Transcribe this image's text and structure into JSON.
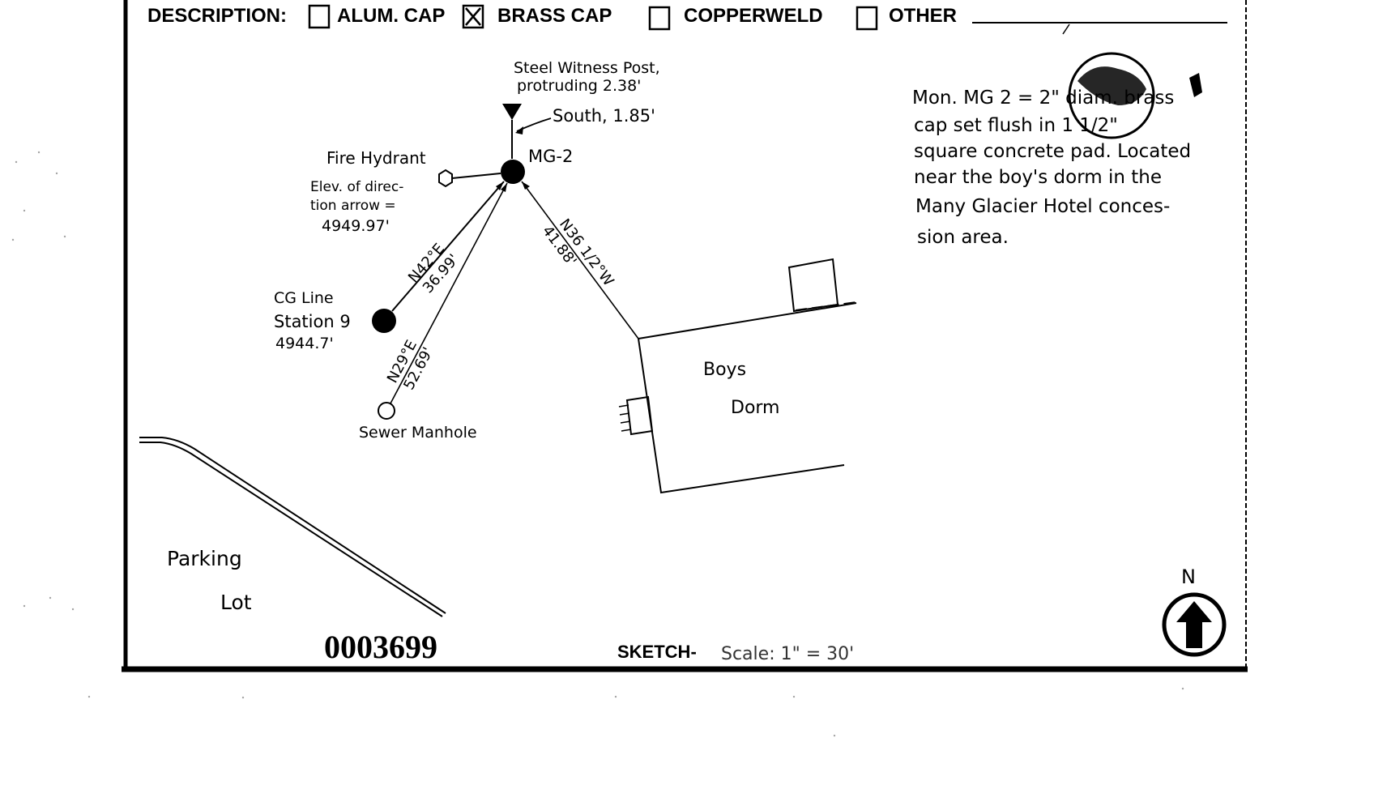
{
  "description": {
    "label": "DESCRIPTION:",
    "options": [
      {
        "label": "ALUM. CAP",
        "checked": false
      },
      {
        "label": "BRASS CAP",
        "checked": true
      },
      {
        "label": "COPPERWELD",
        "checked": false
      },
      {
        "label": "OTHER",
        "checked": false
      }
    ]
  },
  "notes": {
    "lines": [
      "Mon. MG 2 = 2\" diam. brass",
      "cap set flush in 1 1/2\"",
      "square concrete pad. Located",
      "near the boy's dorm in the",
      "Many Glacier Hotel conces-",
      "sion area."
    ]
  },
  "sketch": {
    "witness_post": {
      "line1": "Steel Witness Post,",
      "line2": "protruding 2.38'"
    },
    "south_label": "South, 1.85'",
    "station_label": "MG-2",
    "hydrant": {
      "label": "Fire Hydrant",
      "elev_lines": [
        "Elev. of direc-",
        "tion arrow =",
        "4949.97'"
      ]
    },
    "cg_line": {
      "lines": [
        "CG Line",
        "Station 9",
        "4944.7'"
      ]
    },
    "bearing_cg": {
      "bearing": "N42°E",
      "distance": "36.99'"
    },
    "bearing_manhole": {
      "bearing": "N29°E",
      "distance": "52.69'"
    },
    "bearing_dorm": {
      "bearing": "N36 1/2°W",
      "distance": "41.88'"
    },
    "manhole_label": "Sewer Manhole",
    "dorm": {
      "line1": "Boys",
      "line2": "Dorm"
    },
    "parking": {
      "line1": "Parking",
      "line2": "Lot"
    },
    "north_label": "N"
  },
  "footer": {
    "id_number": "0003699",
    "sketch_label": "SKETCH-",
    "scale_text": "Scale: 1\" = 30'"
  }
}
